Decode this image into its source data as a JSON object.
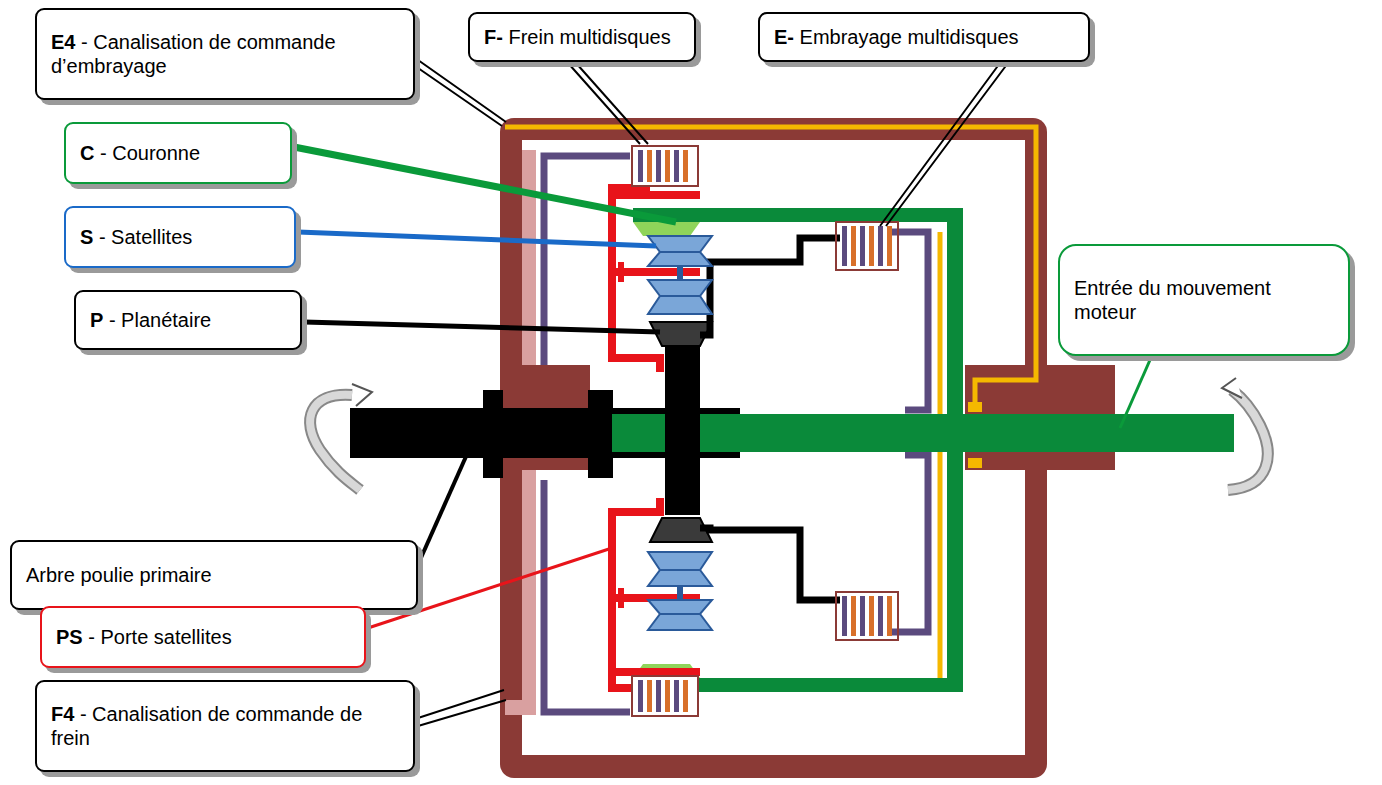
{
  "diagram": {
    "nodes": [
      {
        "text": [
          "E4 - Canalisation de commande d’embrayage"
        ]
      },
      {
        "text": [
          "F- Frein multidisques"
        ]
      },
      {
        "text": [
          "E- Embrayage multidisques"
        ]
      },
      {
        "text": [
          "C - Couronne"
        ]
      },
      {
        "text": [
          "S - Satellites"
        ]
      },
      {
        "text": [
          "Entrée du mouvement moteur"
        ]
      },
      {
        "text": [
          "P - Planétaire"
        ]
      },
      {
        "text": [
          "Arbre poulie primaire"
        ]
      },
      {
        "text": [
          "PS - Porte satellites"
        ]
      },
      {
        "text": [
          "F4 - Canalisation de commande de frein"
        ]
      }
    ],
    "edges": []
  }
}
